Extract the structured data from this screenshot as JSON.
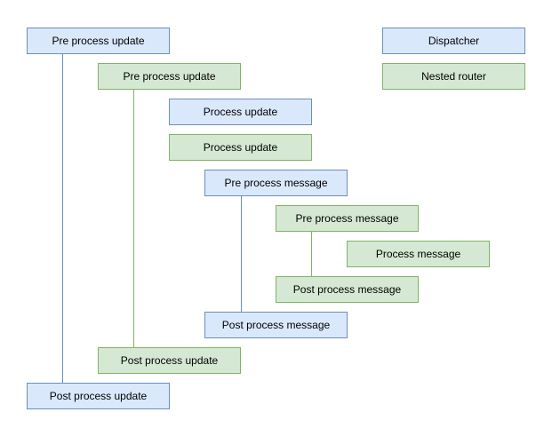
{
  "diagram": {
    "background": "#ffffff",
    "colors": {
      "blue_fill": "#dae8fc",
      "blue_border": "#6c8ebf",
      "green_fill": "#d5e8d4",
      "green_border": "#82b366",
      "text": "#000000"
    },
    "nodes": [
      {
        "label": "Pre process update",
        "color": "blue"
      },
      {
        "label": "Dispatcher",
        "color": "blue"
      },
      {
        "label": "Pre process update",
        "color": "green"
      },
      {
        "label": "Nested router",
        "color": "green"
      },
      {
        "label": "Process update",
        "color": "blue"
      },
      {
        "label": "Process update",
        "color": "green"
      },
      {
        "label": "Pre process message",
        "color": "blue"
      },
      {
        "label": "Pre process message",
        "color": "green"
      },
      {
        "label": "Process message",
        "color": "green"
      },
      {
        "label": "Post process message",
        "color": "green"
      },
      {
        "label": "Post process message",
        "color": "blue"
      },
      {
        "label": "Post process update",
        "color": "green"
      },
      {
        "label": "Post process update",
        "color": "blue"
      }
    ],
    "edges": [
      {
        "from": "Pre process update (blue)",
        "to": "Post process update (blue)",
        "color": "blue"
      },
      {
        "from": "Pre process update (green)",
        "to": "Post process update (green)",
        "color": "green"
      },
      {
        "from": "Pre process message (blue)",
        "to": "Post process message (blue)",
        "color": "blue"
      },
      {
        "from": "Pre process message (green)",
        "to": "Post process message (green)",
        "color": "green"
      }
    ]
  }
}
